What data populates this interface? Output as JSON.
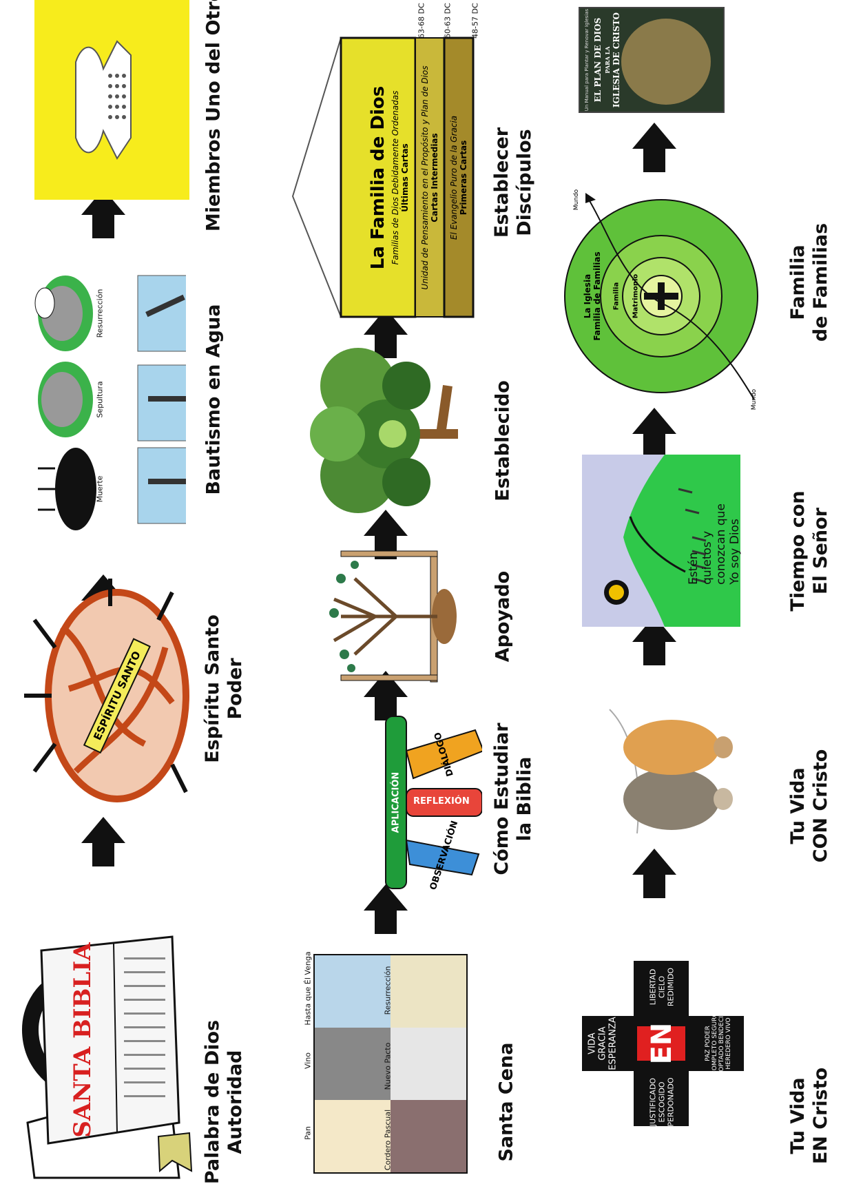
{
  "row1": {
    "captions": [
      {
        "line1": "Palabra de Dios",
        "line2": "Autoridad"
      },
      {
        "line1": "Espíritu Santo",
        "line2": "Poder"
      },
      {
        "line1": "Bautismo en Agua",
        "line2": ""
      },
      {
        "line1": "Miembros Uno del Otro",
        "line2": ""
      }
    ],
    "bible_cover": "SANTA BIBLIA",
    "spirit_banner": "ESPÍRITU SANTO",
    "baptism_labels": [
      "Muerte",
      "Sepultura",
      "Resurrección"
    ]
  },
  "row2": {
    "captions": [
      {
        "line1": "Santa Cena",
        "line2": ""
      },
      {
        "line1": "Cómo Estudiar",
        "line2": "la Biblia"
      },
      {
        "line1": "Apoyado",
        "line2": ""
      },
      {
        "line1": "Establecido",
        "line2": ""
      },
      {
        "line1": "Establecer",
        "line2": "Discípulos"
      }
    ],
    "supper_labels": [
      "Cordero Pascual",
      "Nuevo Pacto",
      "Resurrección",
      "Pan",
      "Vino",
      "Hasta que Él Venga"
    ],
    "study_labels": [
      "APLICACIÓN",
      "OBSERVACIÓN",
      "REFLEXIÓN",
      "DIÁLOGO"
    ],
    "house": {
      "title": "La Familia de Dios",
      "floors": [
        {
          "italic": "Familias de Dios Debidamente Ordenadas",
          "bold": "Últimas Cartas",
          "date": "63-68 DC"
        },
        {
          "italic": "Unidad de Pensamiento en el Propósito y Plan de Dios",
          "bold": "Cartas Intermedias",
          "date": "60-63 DC"
        },
        {
          "italic": "El Evangelio Puro de la Gracia",
          "bold": "Primeras Cartas",
          "date": "48-57 DC"
        }
      ]
    }
  },
  "row3": {
    "captions": [
      {
        "line1": "Tu Vida",
        "line2": "EN Cristo"
      },
      {
        "line1": "Tu Vida",
        "line2": "CON Cristo"
      },
      {
        "line1": "Tiempo con",
        "line2": "El Señor"
      },
      {
        "line1": "Familia",
        "line2": "de Familias"
      }
    ],
    "cross_words": [
      "VIDA",
      "GRACIA",
      "ESPERANZA",
      "JUSTIFICADO",
      "ESCOGIDO",
      "PERDONADO",
      "EN",
      "LIBERTAD",
      "CIELO",
      "REDIMIDO",
      "PAZ",
      "PODER",
      "COMPLETO",
      "SEGURO",
      "ADOPTADO",
      "BENDECIDO",
      "HEREDERO",
      "VIVO"
    ],
    "psalm": [
      "Estén",
      "quietos y",
      "conozcan que",
      "Yo soy Dios"
    ],
    "circles": {
      "outer1": "La Iglesia",
      "outer2": "Familia de Familias",
      "middle": "Familia",
      "inner": "Matrimonio",
      "world_in": "Mundo",
      "world_out": "Mundo"
    },
    "book": {
      "top": "Un Manual para Plantar y Renovar Iglesias",
      "title1": "EL PLAN DE DIOS",
      "title2": "PARA LA",
      "title3": "IGLESIA DE CRISTO"
    }
  },
  "colors": {
    "arrow": "#111111",
    "yellow": "#f7ec1c",
    "green": "#5fc13a",
    "house": "#e6e02a",
    "house_dark": "#a48a2a",
    "psalm_green": "#2fc84a",
    "sky": "#c8cbe8"
  }
}
